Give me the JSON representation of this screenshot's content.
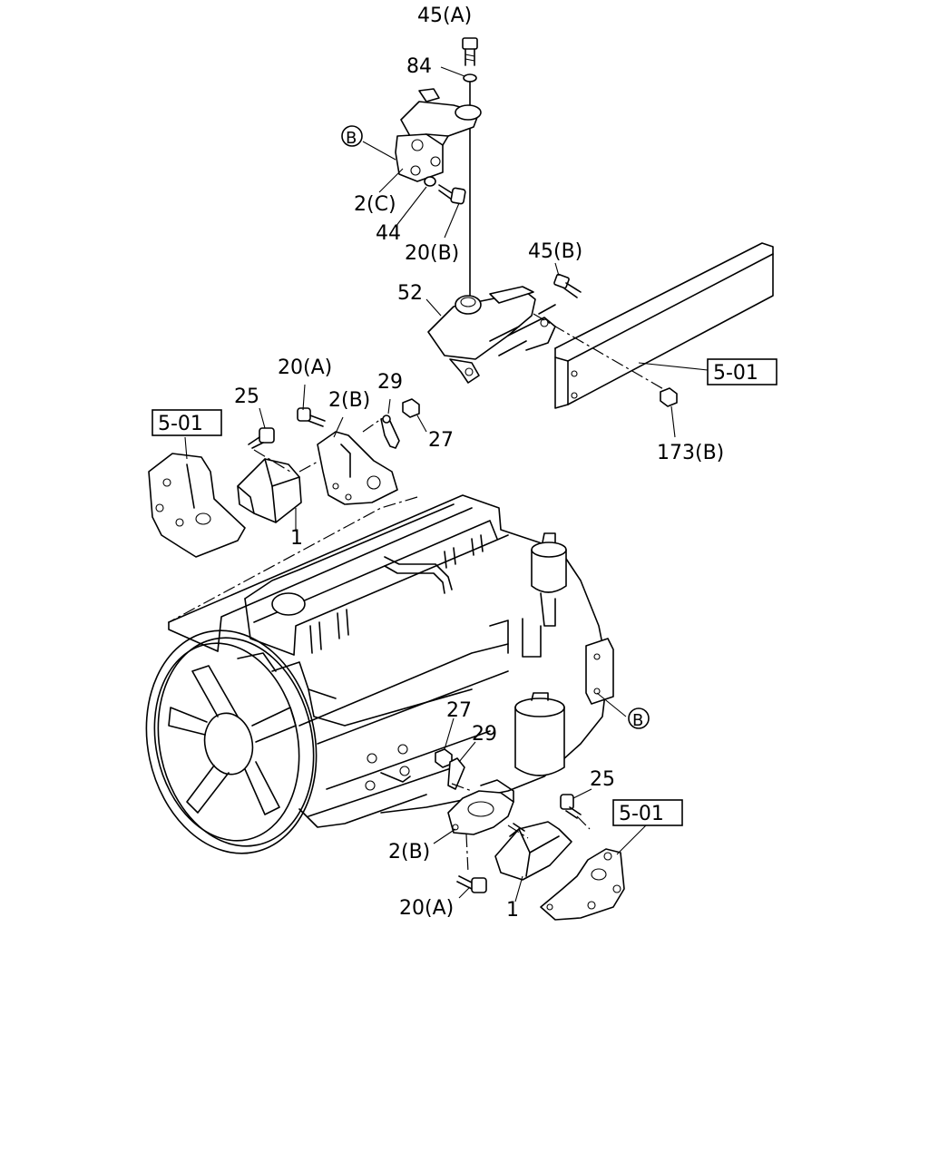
{
  "labels": {
    "bolt_45a": "45(A)",
    "washer_84": "84",
    "circle_b_top": "B",
    "bracket_2c": "2(C)",
    "washer_44": "44",
    "bolt_20b": "20(B)",
    "bolt_45b": "45(B)",
    "mount_52": "52",
    "ref_5_01_right": "5-01",
    "nut_173b": "173(B)",
    "bolt_20a_top": "20(A)",
    "bracket_2b_top": "2(B)",
    "stopper_29_top": "29",
    "bolt_25_top": "25",
    "nut_27_top": "27",
    "ref_5_01_left": "5-01",
    "mount_1_top": "1",
    "circle_b_right": "B",
    "nut_27_bottom": "27",
    "stopper_29_bottom": "29",
    "bolt_25_bottom": "25",
    "ref_5_01_bottom": "5-01",
    "bracket_2b_bottom": "2(B)",
    "bolt_20a_bottom": "20(A)",
    "mount_1_bottom": "1"
  }
}
